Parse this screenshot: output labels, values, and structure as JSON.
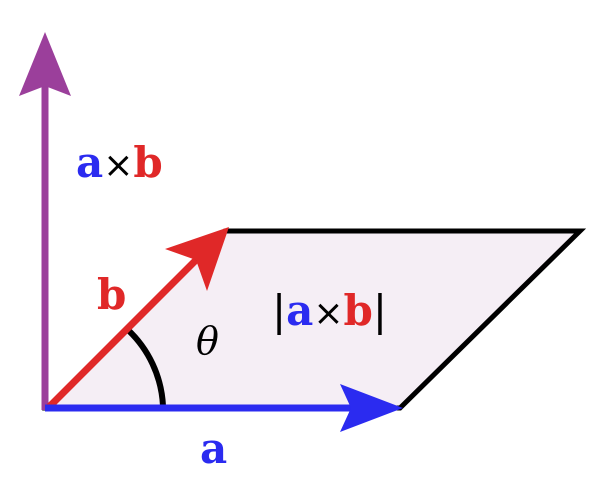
{
  "colors": {
    "vector_a": "#2b2bf0",
    "vector_b": "#e02828",
    "cross_product": "#9b3f9b",
    "parallelogram_fill": "#f5eef5",
    "parallelogram_edge": "#000000",
    "text": "#000000"
  },
  "labels": {
    "cross_top": {
      "a": "a",
      "times": "×",
      "b": "b"
    },
    "vector_b": "b",
    "vector_a": "a",
    "area": {
      "open": "|",
      "a": "a",
      "times": "×",
      "b": "b",
      "close": "|"
    },
    "angle": "θ"
  }
}
